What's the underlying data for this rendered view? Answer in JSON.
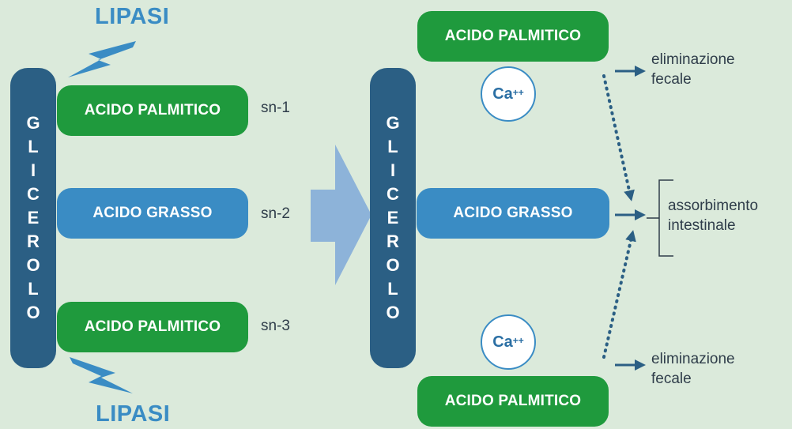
{
  "enzyme_top": "LIPASI",
  "enzyme_bottom": "LIPASI",
  "left": {
    "glycerol_letters": [
      "G",
      "L",
      "I",
      "C",
      "E",
      "R",
      "O",
      "L",
      "O"
    ],
    "chain_1": "ACIDO PALMITICO",
    "chain_2": "ACIDO GRASSO",
    "chain_3": "ACIDO PALMITICO",
    "pos_1": "sn-1",
    "pos_2": "sn-2",
    "pos_3": "sn-3"
  },
  "right": {
    "glycerol_letters": [
      "G",
      "L",
      "I",
      "C",
      "E",
      "R",
      "O",
      "L",
      "O"
    ],
    "chain_middle": "ACIDO GRASSO",
    "free_top": "ACIDO PALMITICO",
    "free_bottom": "ACIDO PALMITICO",
    "calcium_symbol": "Ca",
    "calcium_charge": "++"
  },
  "outcomes": {
    "fecal_top_line1": "eliminazione",
    "fecal_top_line2": "fecale",
    "absorption_line1": "assorbimento",
    "absorption_line2": "intestinale",
    "fecal_bottom_line1": "eliminazione",
    "fecal_bottom_line2": "fecale"
  },
  "colors": {
    "background": "#dbeadb",
    "glycerol": "#2b5f84",
    "palmitic": "#1f9a3d",
    "fatty_acid": "#3a8cc4",
    "big_arrow": "#8db3d9",
    "lightning": "#3a8cc4",
    "arrow": "#2b5f84"
  }
}
